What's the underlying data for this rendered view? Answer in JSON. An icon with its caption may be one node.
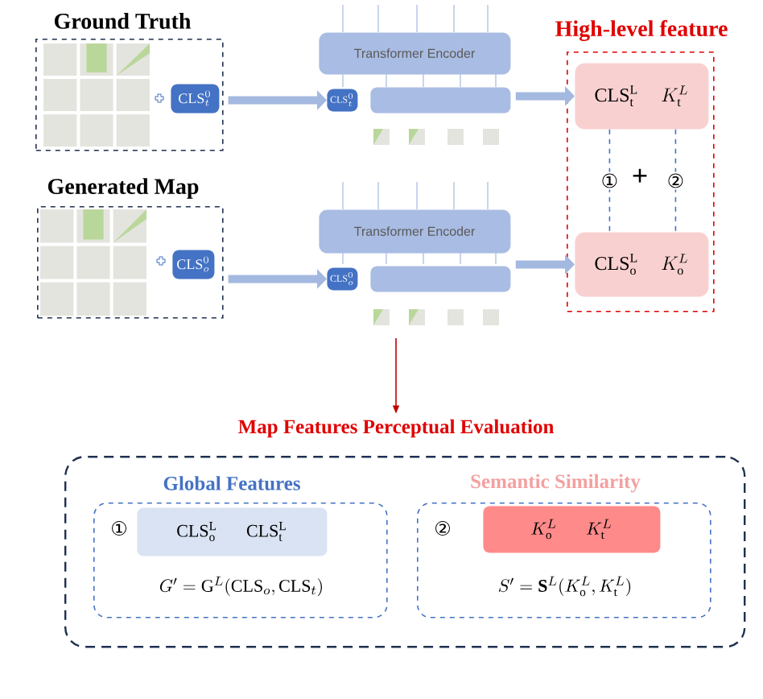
{
  "diagram": {
    "nodes": [
      {
        "text": [
          "Ground Truth"
        ]
      },
      {
        "text": [],
        "shape": "picture",
        "in": 0
      },
      {
        "text": [
          "\\mathrm{CLS}_{t}^{0}"
        ],
        "in": 0
      },
      {
        "text": [
          "Generated Map"
        ]
      },
      {
        "text": [],
        "shape": "picture",
        "in": 3
      },
      {
        "text": [
          "\\mathrm{CLS}_{o}^{0}"
        ],
        "in": 3
      },
      {
        "text": [
          "Transformer Encoder"
        ]
      },
      {
        "text": [
          "\\mathrm{CLS}_{t}^{0}"
        ]
      },
      {
        "text": [],
        "shape": "bar"
      },
      {
        "text": [
          "Transformer Encoder"
        ]
      },
      {
        "text": [
          "\\mathrm{CLS}_{o}^{0}"
        ]
      },
      {
        "text": [],
        "shape": "bar"
      },
      {
        "text": [
          "High-level feature"
        ]
      },
      {
        "text": [
          "\\mathrm{CLS}_{\\mathrm{t}}^{\\mathrm{L}}",
          "K_{\\mathrm{t}}^{L}"
        ],
        "in": 12
      },
      {
        "text": [
          "\\mathrm{CLS}_{\\mathrm{o}}^{\\mathrm{L}}",
          "K_{\\mathrm{o}}^{L}"
        ],
        "in": 12
      },
      {
        "text": [
          "Map Features Perceptual Evaluation"
        ]
      },
      {
        "text": [
          "Global Features",
          "①",
          "G' = \\mathrm{G}^{L}(\\mathrm{CLS}_{o},\\mathrm{CLS}_{t})"
        ],
        "in": 15
      },
      {
        "text": [
          "\\mathrm{CLS}_{\\mathrm{o}}^{\\mathrm{L}}",
          "\\mathrm{CLS}_{\\mathrm{t}}^{\\mathrm{L}}"
        ],
        "in": 16
      },
      {
        "text": [
          "Semantic Similarity",
          "②",
          "S' = \\mathbf{S}^{L}(K_{\\mathrm{o}}^{L},K_{\\mathrm{t}}^{L})"
        ],
        "in": 15
      },
      {
        "text": [
          "K_{\\mathrm{o}}^{L}",
          "K_{\\mathrm{t}}^{L}"
        ],
        "in": 18
      }
    ],
    "edges": [
      {
        "from": 0,
        "to": 7,
        "arrow": "to"
      },
      {
        "from": 3,
        "to": 10,
        "arrow": "to"
      },
      {
        "from": 8,
        "to": 13,
        "arrow": "to"
      },
      {
        "from": 11,
        "to": 14,
        "arrow": "to"
      },
      {
        "from": 13,
        "to": 14,
        "arrow": "none",
        "style": "dashed",
        "color": "#4472c4",
        "label": "①"
      },
      {
        "from": 13,
        "to": 14,
        "arrow": "none",
        "style": "dashed",
        "color": "#4472c4",
        "label": "②"
      },
      {
        "from": null,
        "to": 15,
        "arrow": "to",
        "color": "#c00000"
      }
    ],
    "labels": [
      "+"
    ]
  }
}
